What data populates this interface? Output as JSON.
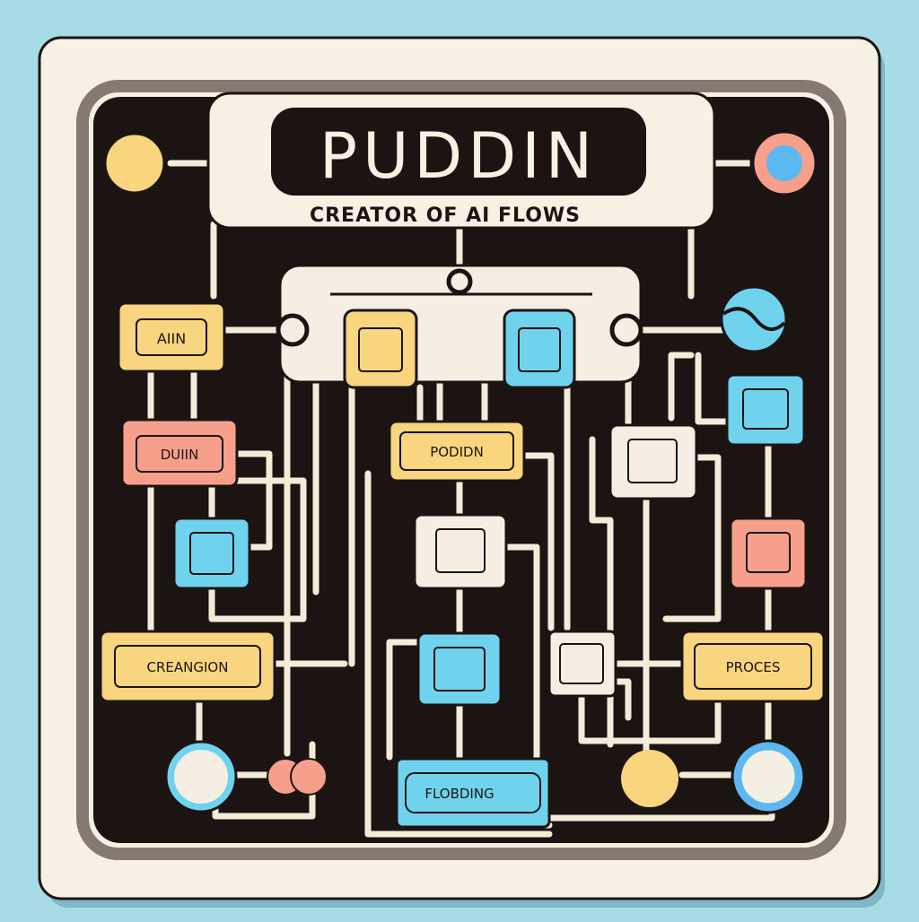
{
  "header": {
    "title": "PUDDIN",
    "subtitle": "CREATOR OF AI FLOWS"
  },
  "nodes": {
    "aiin": "AIIN",
    "duiin": "DUIIN",
    "podidn": "PODIDN",
    "creangion": "CREANGION",
    "proces": "PROCES",
    "flobding": "FLOBDING"
  },
  "colors": {
    "background": "#a7dbe6",
    "card": "#f7f1e3",
    "dark": "#1c1413",
    "line": "#f3ecd9",
    "yellow": "#f8d57e",
    "blue": "#6fd3ee",
    "pink": "#f6a08c",
    "cream": "#f4efe2"
  }
}
